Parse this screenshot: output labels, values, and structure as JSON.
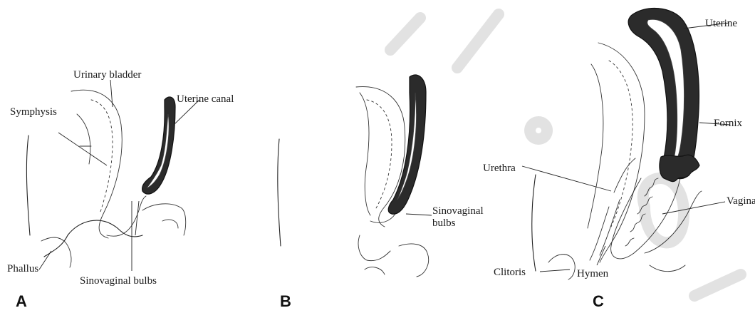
{
  "figure": {
    "panels": [
      {
        "letter": "A",
        "labels": {
          "urinary_bladder": "Urinary bladder",
          "uterine_canal": "Uterine canal",
          "symphysis": "Symphysis",
          "phallus": "Phallus",
          "sinovaginal_bulbs": "Sinovaginal bulbs"
        }
      },
      {
        "letter": "B",
        "labels": {
          "sinovaginal_1": "Sinovaginal",
          "sinovaginal_2": "bulbs"
        }
      },
      {
        "letter": "C",
        "labels": {
          "uterine": "Uterine",
          "fornix": "Fornix",
          "urethra": "Urethra",
          "vagina": "Vagina",
          "clitoris": "Clitoris",
          "hymen": "Hymen"
        }
      }
    ]
  },
  "colors": {
    "ink": "#222222",
    "shaded_tissue": "#2b2b2b",
    "background": "#ffffff",
    "watermark": "#e2e2e2"
  }
}
